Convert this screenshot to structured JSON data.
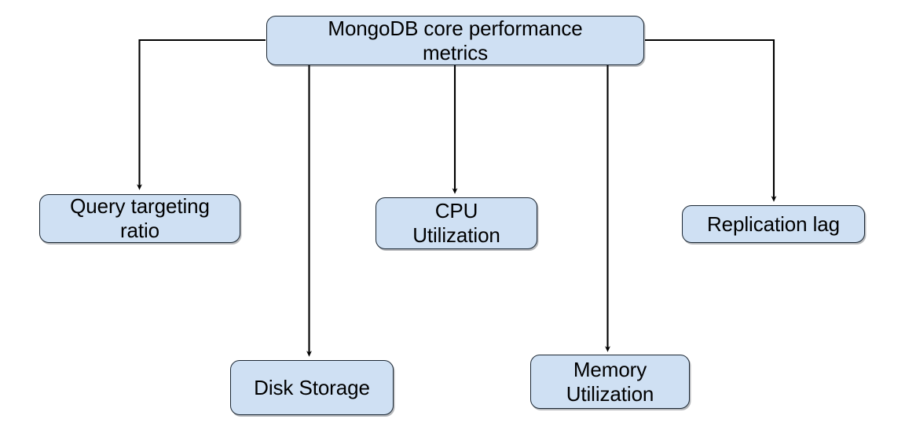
{
  "diagram": {
    "type": "tree",
    "title": "MongoDB core performance metrics",
    "root": {
      "id": "root",
      "label": "MongoDB core performance\nmetrics"
    },
    "children": [
      {
        "id": "query-targeting-ratio",
        "label": "Query targeting\nratio"
      },
      {
        "id": "disk-storage",
        "label": "Disk Storage"
      },
      {
        "id": "cpu-utilization",
        "label": "CPU\nUtilization"
      },
      {
        "id": "memory-utilization",
        "label": "Memory\nUtilization"
      },
      {
        "id": "replication-lag",
        "label": "Replication lag"
      }
    ],
    "edges": [
      {
        "from": "root",
        "to": "query-targeting-ratio",
        "style": "orthogonal-left"
      },
      {
        "from": "root",
        "to": "disk-storage",
        "style": "straight-down"
      },
      {
        "from": "root",
        "to": "cpu-utilization",
        "style": "straight-down"
      },
      {
        "from": "root",
        "to": "memory-utilization",
        "style": "straight-down"
      },
      {
        "from": "root",
        "to": "replication-lag",
        "style": "orthogonal-right"
      }
    ],
    "colors": {
      "node_fill": "#cfe0f3",
      "node_stroke": "#1b2733",
      "edge_stroke": "#000000",
      "background": "#ffffff",
      "text": "#000000"
    }
  }
}
